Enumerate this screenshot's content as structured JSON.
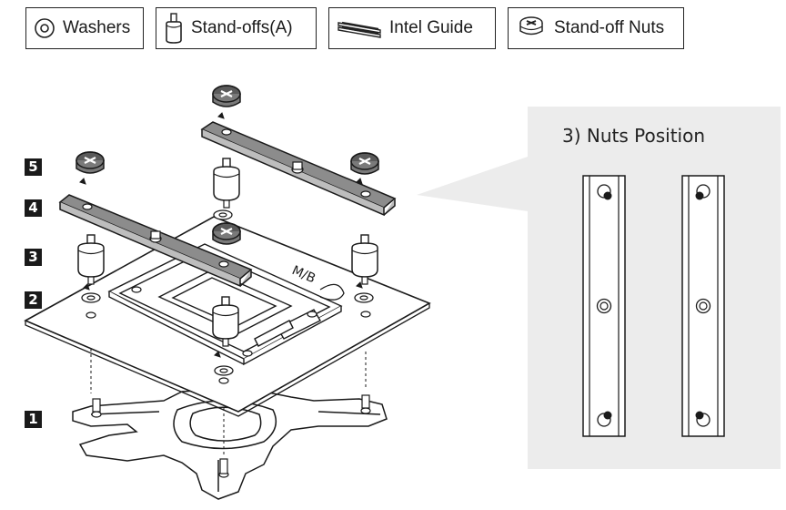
{
  "legend": [
    {
      "label": "Washers",
      "icon": "washer-icon"
    },
    {
      "label": "Stand-offs(A)",
      "icon": "standoff-icon"
    },
    {
      "label": "Intel Guide",
      "icon": "intel-guide-icon"
    },
    {
      "label": "Stand-off Nuts",
      "icon": "standoff-nut-icon"
    }
  ],
  "steps": [
    "1",
    "2",
    "3",
    "4",
    "5"
  ],
  "board_label": "M/B",
  "inset": {
    "title": "3) Nuts Position",
    "background": "#ececec"
  },
  "colors": {
    "line": "#1a1a1a",
    "bracket_fill": "#8c8c8c",
    "nut_fill": "#5a5a5a",
    "panel": "#ececec"
  }
}
